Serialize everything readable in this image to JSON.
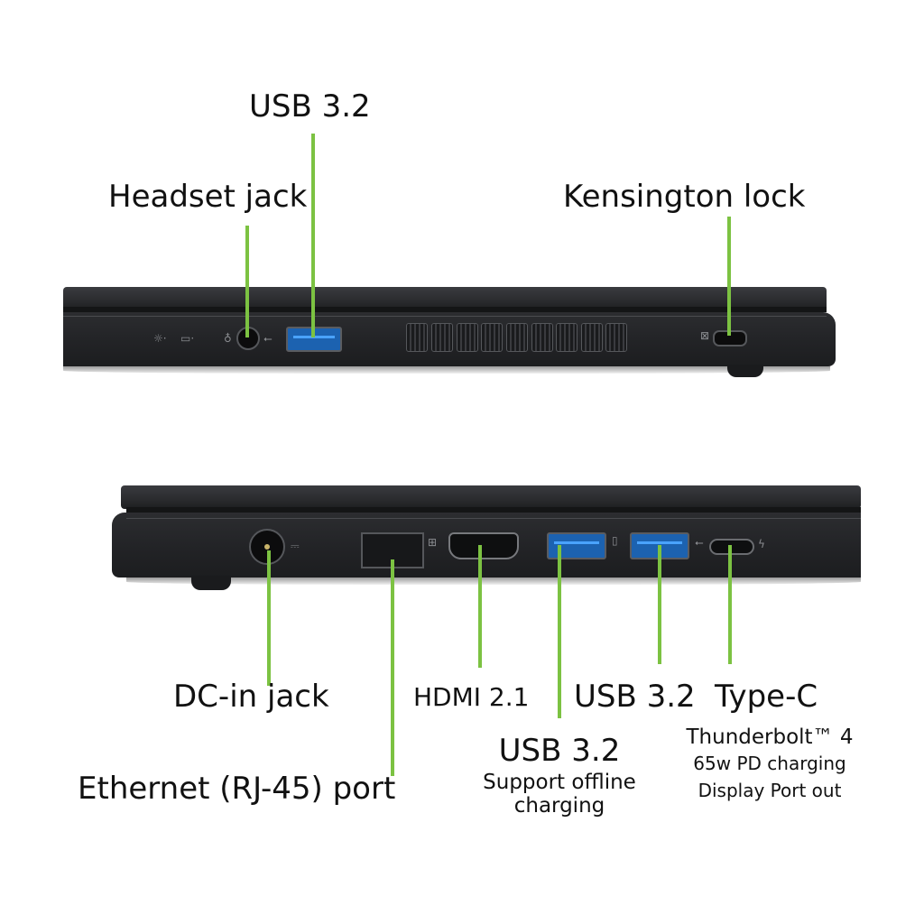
{
  "top_view": {
    "labels": {
      "usb_top": "USB 3.2",
      "headset": "Headset jack",
      "kensington": "Kensington lock"
    },
    "indicators": [
      "power-led-icon",
      "battery-led-icon"
    ],
    "vent_count": 9
  },
  "bottom_view": {
    "labels": {
      "dc_in": "DC-in jack",
      "ethernet": "Ethernet (RJ-45) port",
      "hdmi": "HDMI 2.1",
      "usb_right": "USB 3.2",
      "type_c": "Type-C",
      "usb_offline_title": "USB 3.2",
      "usb_offline_line1": "Support offline",
      "usb_offline_line2": "charging",
      "tc_line1": "Thunderbolt™ 4",
      "tc_line2": "65w PD charging",
      "tc_line3": "Display Port out"
    }
  },
  "colors": {
    "leader_green": "#7cc242",
    "usb_blue": "#1c62b0",
    "chassis": "#26272a"
  }
}
